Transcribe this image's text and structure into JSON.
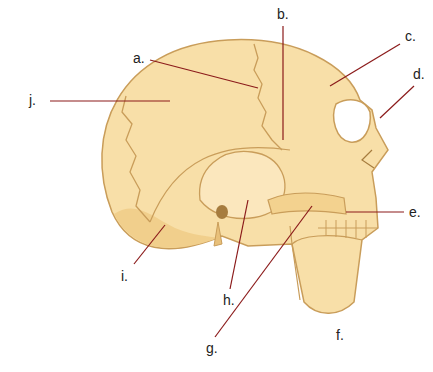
{
  "diagram": {
    "labels": [
      "a.",
      "b.",
      "c.",
      "d.",
      "j.",
      "e.",
      "i.",
      "h.",
      "f.",
      "g."
    ]
  }
}
